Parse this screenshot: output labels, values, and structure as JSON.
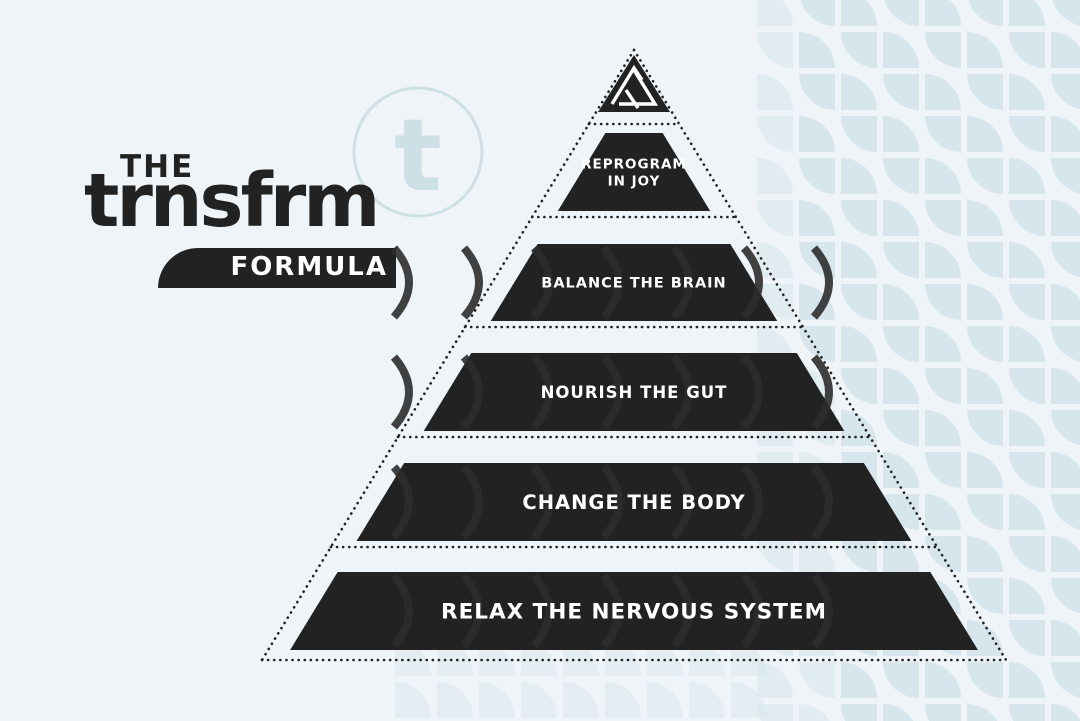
{
  "logo": {
    "prefix": "THE",
    "wordmark": "trnsfrm",
    "banner": "FORMULA",
    "watermark_letter": "t"
  },
  "pyramid": {
    "levels": [
      {
        "lines": [
          "REPROGRAM",
          "IN JOY"
        ]
      },
      {
        "lines": [
          "BALANCE THE BRAIN"
        ]
      },
      {
        "lines": [
          "NOURISH THE GUT"
        ]
      },
      {
        "lines": [
          "CHANGE THE BODY"
        ]
      },
      {
        "lines": [
          "RELAX THE NERVOUS SYSTEM"
        ]
      }
    ]
  },
  "colors": {
    "background": "#eef4f7",
    "tile": "#d7e5ed",
    "dark": "#222222",
    "text_light": "#ffffff",
    "watermark": "#cde0e6"
  }
}
